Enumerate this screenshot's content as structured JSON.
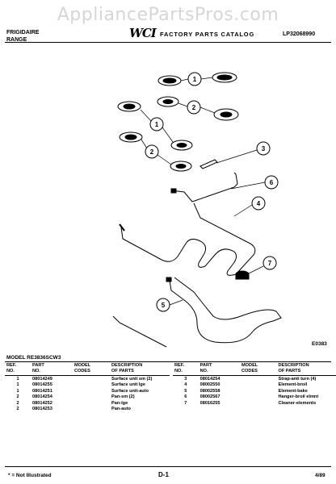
{
  "watermark": "AppliancePartsPros.com",
  "header": {
    "brand_line1": "FRIGIDAIRE",
    "brand_line2": "RANGE",
    "logo_text": "WCI",
    "catalog_title": "FACTORY PARTS CATALOG",
    "catalog_number": "LP32068990"
  },
  "diagram": {
    "figure_code": "E0383",
    "callouts": [
      "1",
      "2",
      "1",
      "2",
      "3",
      "6",
      "4",
      "7",
      "5"
    ]
  },
  "model_line": "MODEL RE3836SCW3",
  "table": {
    "headers": {
      "ref": [
        "REF.",
        "NO."
      ],
      "part": [
        "PART",
        "NO."
      ],
      "model": [
        "MODEL",
        "CODES"
      ],
      "desc": [
        "DESCRIPTION",
        "OF PARTS"
      ]
    },
    "left_rows": [
      {
        "ref": "1",
        "part": "08014249",
        "model": "",
        "desc": "Surface unit sm (2)"
      },
      {
        "ref": "1",
        "part": "08014255",
        "model": "",
        "desc": "Surface unit lge"
      },
      {
        "ref": "1",
        "part": "08014251",
        "model": "",
        "desc": "Surface unit-auto"
      },
      {
        "ref": "2",
        "part": "08014254",
        "model": "",
        "desc": "Pan-sm (2)"
      },
      {
        "ref": "2",
        "part": "08014252",
        "model": "",
        "desc": "Pan-lge"
      },
      {
        "ref": "2",
        "part": "08014253",
        "model": "",
        "desc": "Pan-auto"
      }
    ],
    "right_rows": [
      {
        "ref": "3",
        "part": "08014254",
        "model": "",
        "desc": "Strap-anti turn (4)"
      },
      {
        "ref": "4",
        "part": "08002550",
        "model": "",
        "desc": "Element-broil"
      },
      {
        "ref": "5",
        "part": "08002558",
        "model": "",
        "desc": "Element-bake"
      },
      {
        "ref": "6",
        "part": "08002567",
        "model": "",
        "desc": "Hanger-broil elmnt"
      },
      {
        "ref": "7",
        "part": "08016255",
        "model": "",
        "desc": "Cleaner-elements"
      }
    ]
  },
  "footer": {
    "note": "* = Not Illustrated",
    "page": "D-1",
    "date": "4/89"
  }
}
